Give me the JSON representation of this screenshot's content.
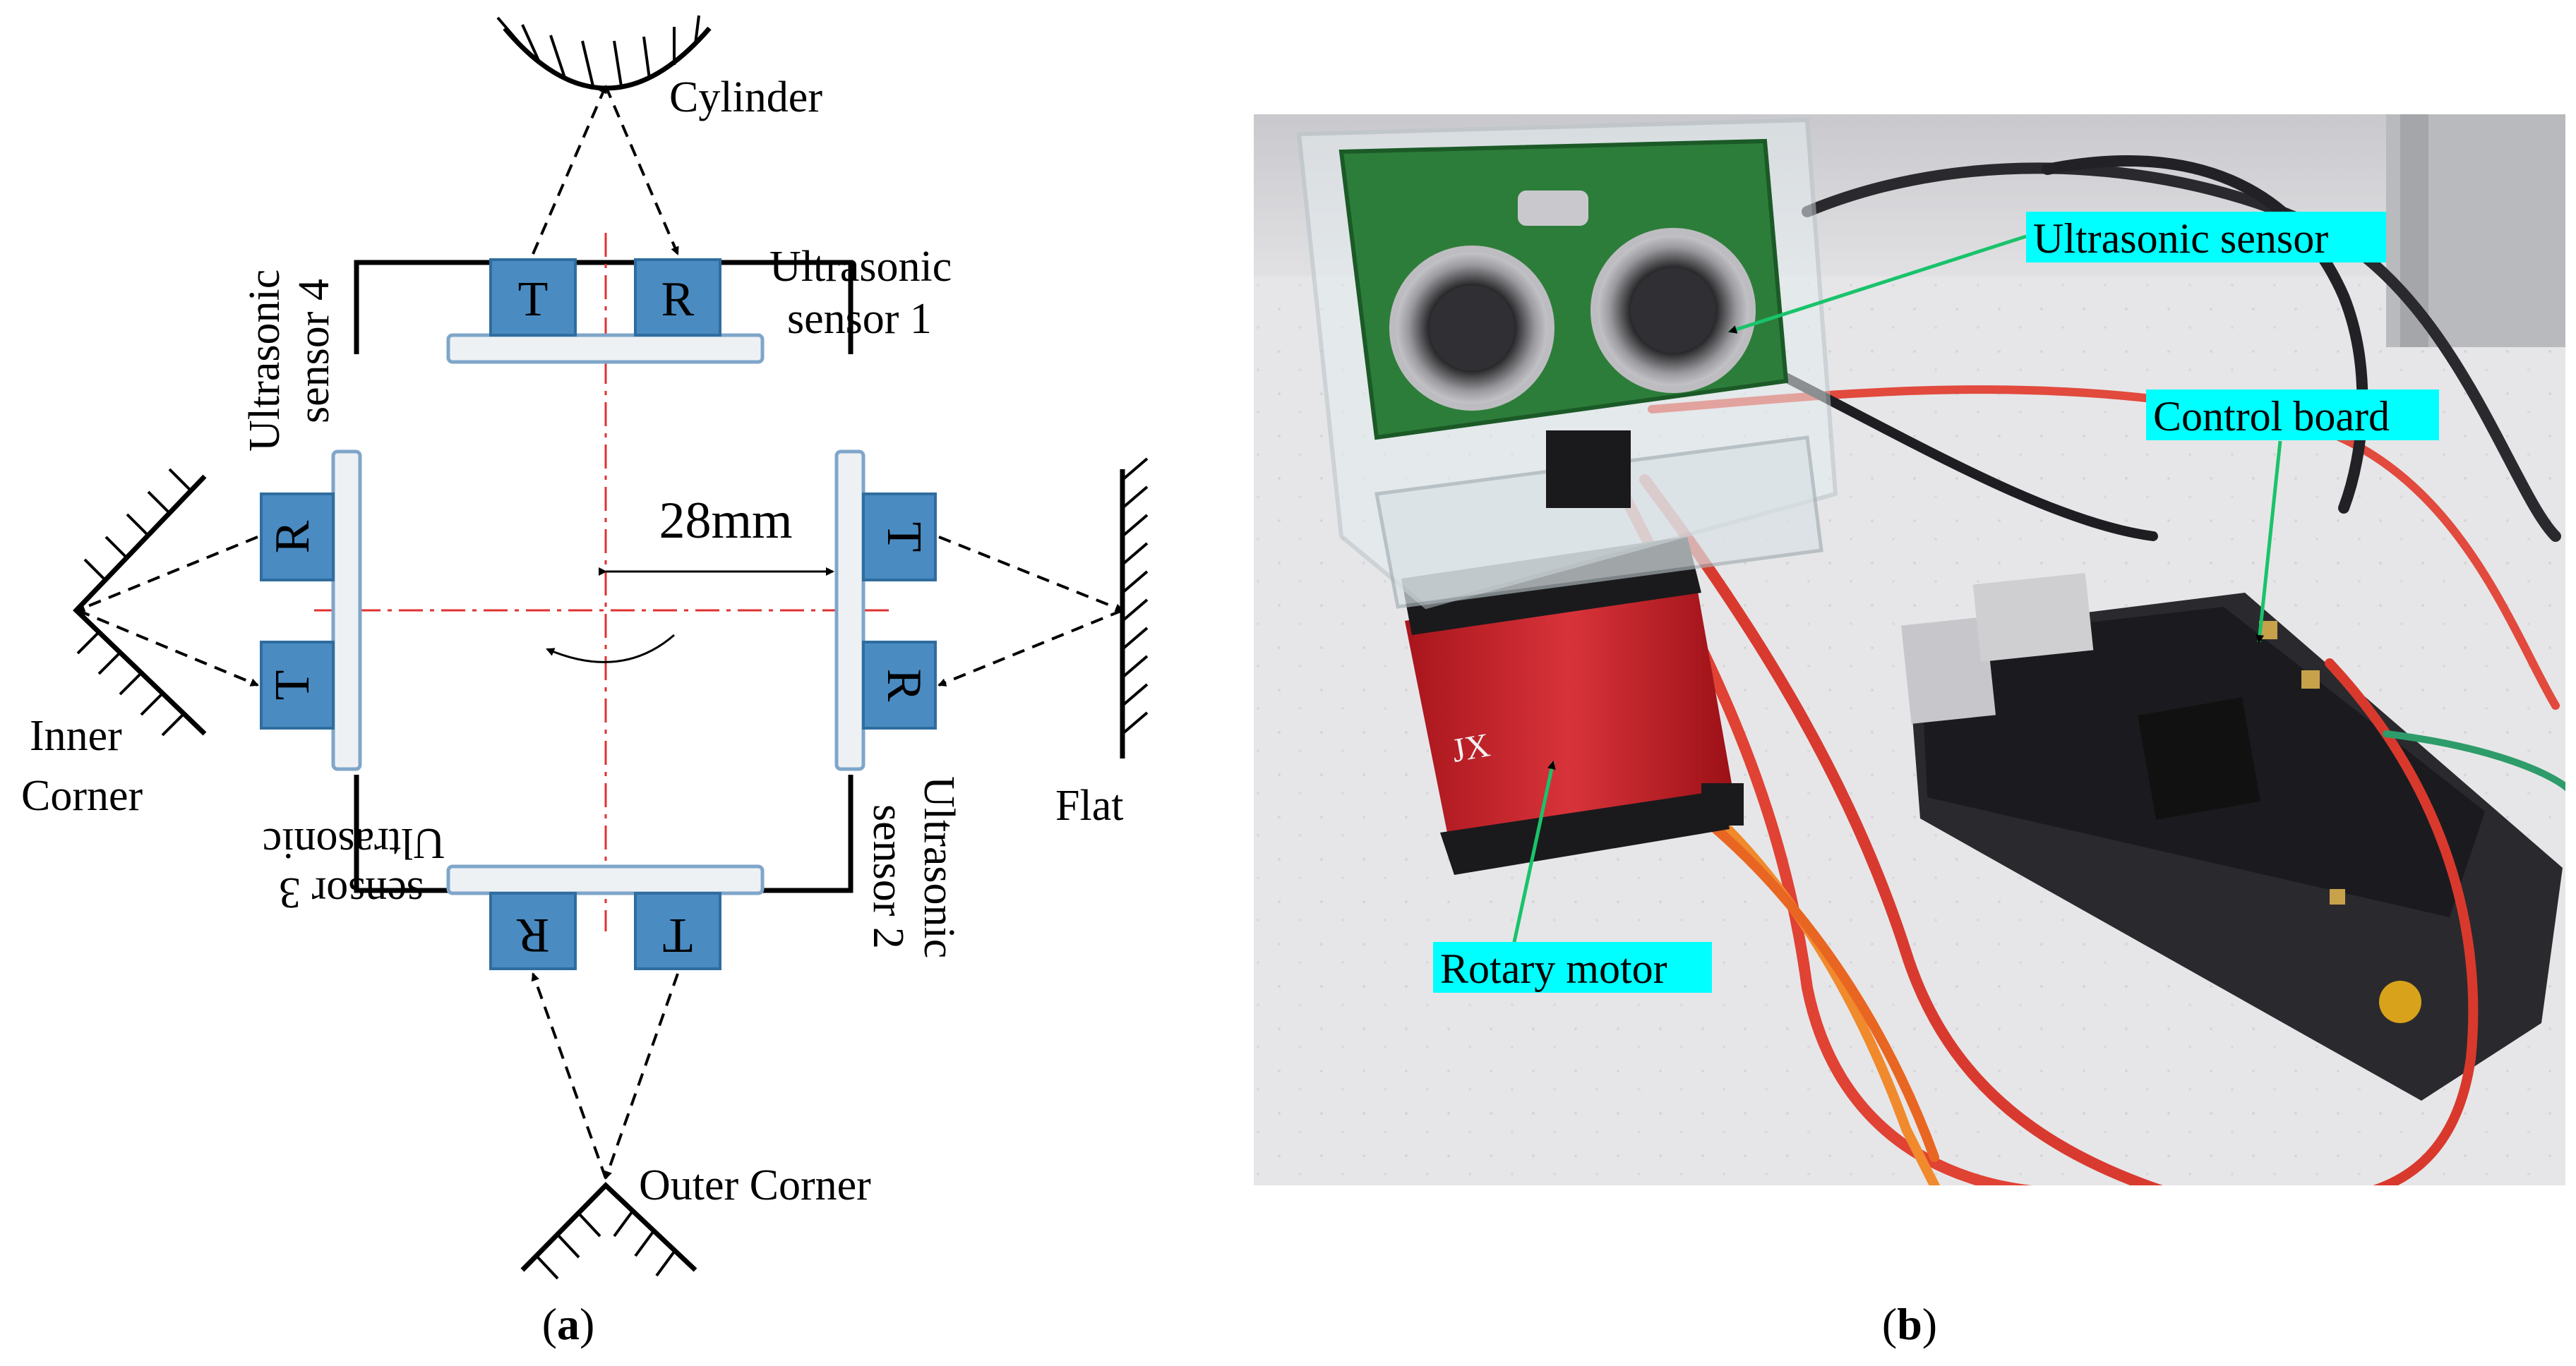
{
  "panel_a": {
    "caption_open": "(",
    "caption_letter": "a",
    "caption_close": ")",
    "targets": {
      "cylinder": "Cylinder",
      "inner_corner_line1": "Inner",
      "inner_corner_line2": "Corner",
      "flat": "Flat",
      "outer_corner": "Outer Corner"
    },
    "sensors": {
      "s1_line1": "Ultrasonic",
      "s1_line2": "sensor 1",
      "s2_line1": "Ultrasonic",
      "s2_line2": "sensor 2",
      "s3_line1": "Ultrasonic",
      "s3_line2": "sensor 3",
      "s4_line1": "Ultrasonic",
      "s4_line2": "sensor 4"
    },
    "transmitter": "T",
    "receiver": "R",
    "dimension": "28mm",
    "colors": {
      "transducer_fill": "#4a8bc2",
      "transducer_edge": "#2f6d9f",
      "board_fill": "#eef1f4",
      "board_edge": "#7fa6c9",
      "centerline": "#e03030"
    }
  },
  "panel_b": {
    "caption_open": "(",
    "caption_letter": "b",
    "caption_close": ")",
    "labels": {
      "ultrasonic_sensor": "Ultrasonic sensor",
      "control_board": "Control board",
      "rotary_motor": "Rotary motor"
    },
    "colors": {
      "label_bg": "#00ffff",
      "pointer": "#19c36b",
      "motor_body": "#c9232b",
      "pcb": "#1f6b36",
      "board": "#26262a"
    }
  }
}
